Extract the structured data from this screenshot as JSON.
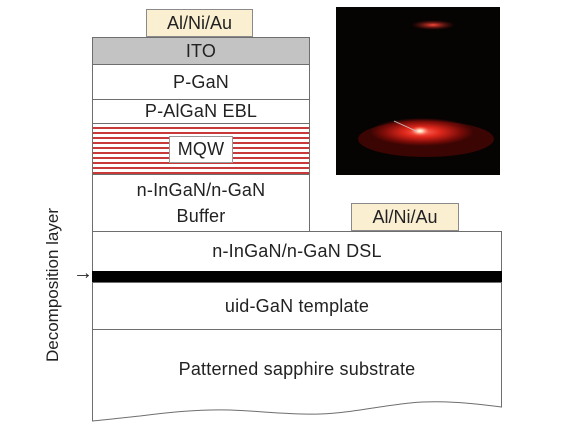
{
  "top_contact": "Al/Ni/Au",
  "side_contact": "Al/Ni/Au",
  "layers": {
    "ito": "ITO",
    "pgan": "P-GaN",
    "ebl": "P-AlGaN EBL",
    "mqw": "MQW",
    "buffer_line1": "n-InGaN/n-GaN",
    "buffer_line2": "Buffer",
    "dsl": "n-InGaN/n-GaN DSL",
    "template": "uid-GaN template",
    "substrate": "Patterned sapphire substrate"
  },
  "side_label": "Decomposition layer",
  "arrow_glyph": "→",
  "colors": {
    "contact_fill": "#fbefd2",
    "ito_fill": "#c3c3c3",
    "mqw_stripe": "#c83a3a",
    "decomposition_layer": "#000000"
  }
}
